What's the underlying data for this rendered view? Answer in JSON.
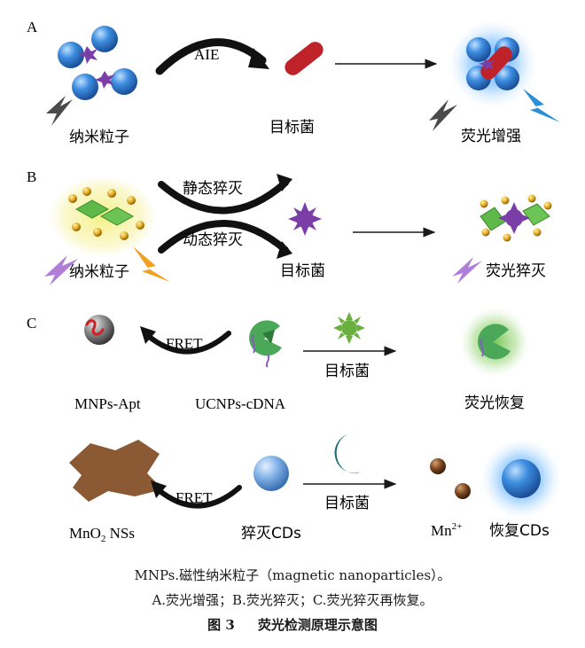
{
  "panels": {
    "a": {
      "letter": "A",
      "arrow_label": "AIE",
      "nanoparticles": "纳米粒子",
      "target": "目标菌",
      "result": "荧光增强"
    },
    "b": {
      "letter": "B",
      "static_quench": "静态猝灭",
      "dynamic_quench": "动态猝灭",
      "nanoparticles": "纳米粒子",
      "target": "目标菌",
      "result": "荧光猝灭"
    },
    "c": {
      "letter": "C",
      "fret_top": "FRET",
      "target_top": "目标菌",
      "mnps_apt": "MNPs-Apt",
      "ucnps_cdna": "UCNPs-cDNA",
      "recovery": "荧光恢复",
      "fret_bottom": "FRET",
      "target_bottom": "目标菌",
      "mno2_base": "MnO",
      "mno2_sub": "2",
      "mno2_tail": " NSs",
      "quenched_cds": "猝灭CDs",
      "mn_base": "Mn",
      "mn_sup": "2+",
      "recovered_cds": "恢复CDs"
    }
  },
  "caption": {
    "line1": "MNPs.磁性纳米粒子（magnetic nanoparticles）。",
    "line2": "A.荧光增强；B.荧光猝灭；C.荧光猝灭再恢复。",
    "figure_no": "图 3",
    "title": "荧光检测原理示意图"
  },
  "colors": {
    "sphere_blue": "#2f7fd0",
    "bacteria_red": "#c0222a",
    "star_purple": "#7a3ea6",
    "diamond_green": "#5fb84a",
    "dot_gold": "#e0a81c",
    "bolt_gray": "#4a4a4a",
    "bolt_blue": "#2c8fd6",
    "bolt_violet": "#b07ed8",
    "bolt_orange": "#f0a020",
    "mno2_brown": "#8b5a35",
    "crescent_teal": "#1c6a78"
  }
}
